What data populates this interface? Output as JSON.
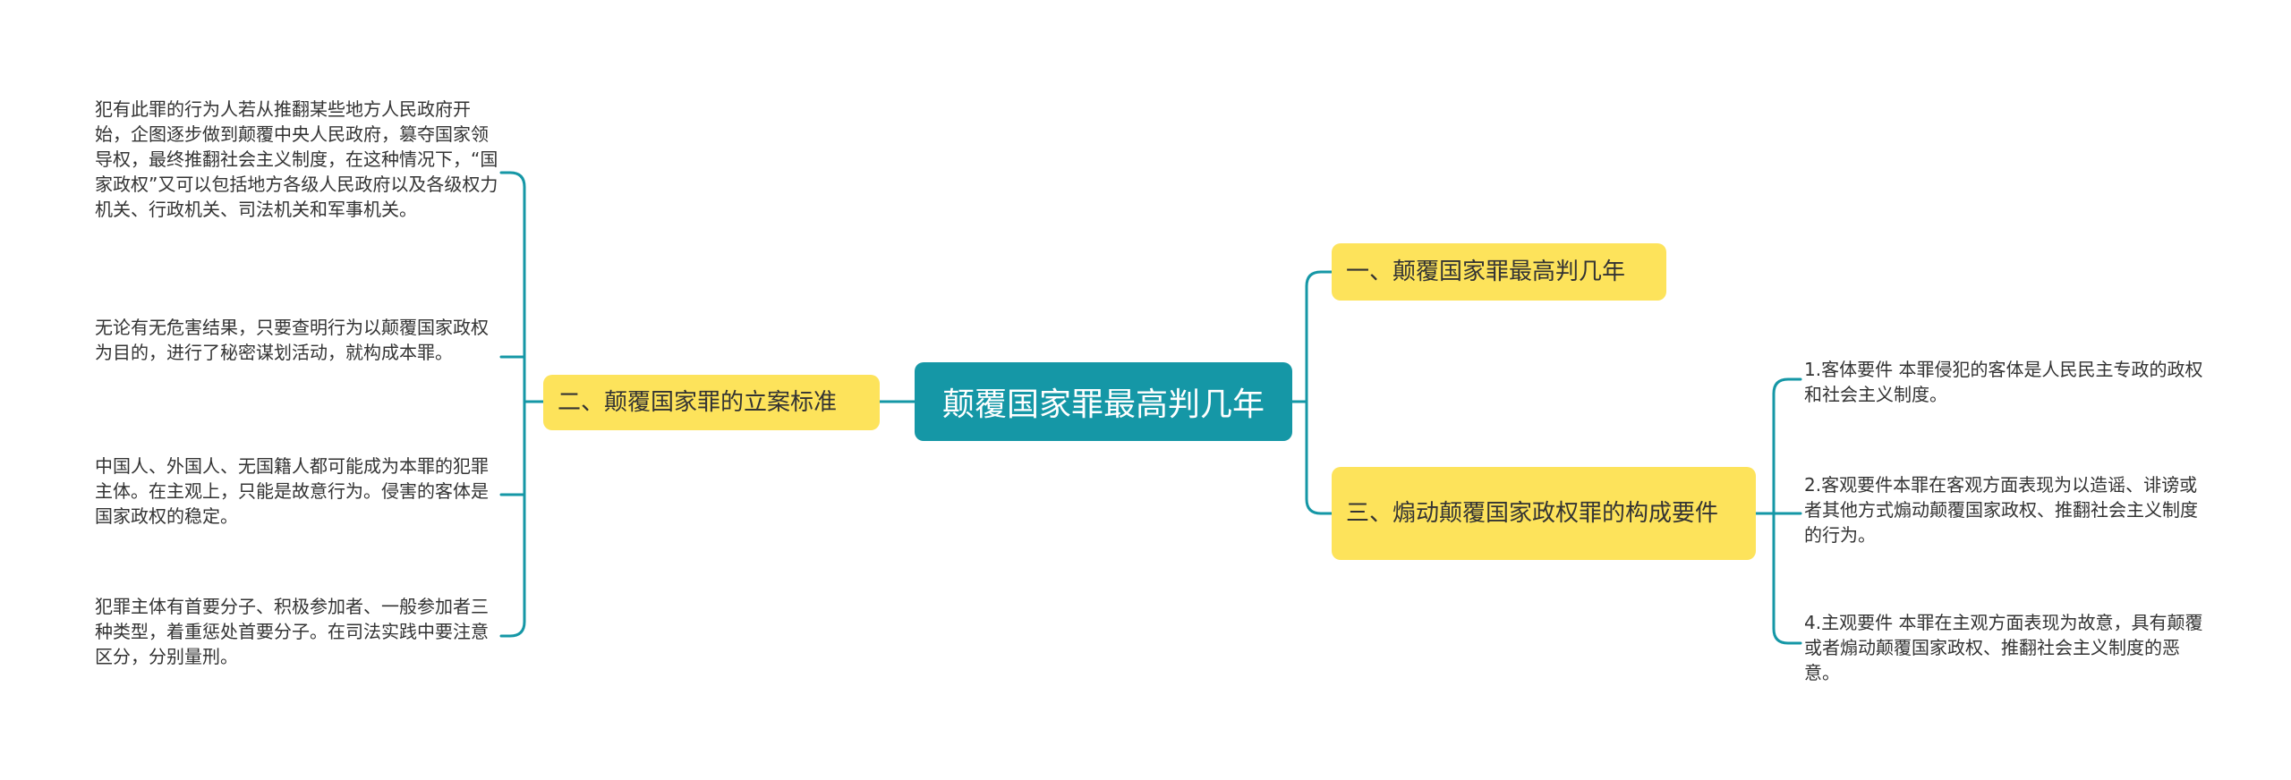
{
  "colors": {
    "root_bg": "#1597a6",
    "branch_bg": "#fde35b",
    "connector": "#1597a6",
    "text": "#333333"
  },
  "root": {
    "label": "颠覆国家罪最高判几年"
  },
  "left_branch": {
    "label": "二、颠覆国家罪的立案标准",
    "leaves": [
      "犯有此罪的行为人若从推翻某些地方人民政府开始，企图逐步做到颠覆中央人民政府，篡夺国家领导权，最终推翻社会主义制度，在这种情况下，“国家政权”又可以包括地方各级人民政府以及各级权力机关、行政机关、司法机关和军事机关。",
      "无论有无危害结果，只要查明行为以颠覆国家政权为目的，进行了秘密谋划活动，就构成本罪。",
      "中国人、外国人、无国籍人都可能成为本罪的犯罪主体。在主观上，只能是故意行为。侵害的客体是国家政权的稳定。",
      "犯罪主体有首要分子、积极参加者、一般参加者三种类型，着重惩处首要分子。在司法实践中要注意区分，分别量刑。"
    ]
  },
  "right_branches": [
    {
      "label": "一、颠覆国家罪最高判几年",
      "leaves": []
    },
    {
      "label": "三、煽动颠覆国家政权罪的构成要件",
      "leaves": [
        "1.客体要件 本罪侵犯的客体是人民民主专政的政权和社会主义制度。",
        "2.客观要件本罪在客观方面表现为以造谣、诽谤或者其他方式煽动颠覆国家政权、推翻社会主义制度的行为。",
        "4.主观要件 本罪在主观方面表现为故意，具有颠覆或者煽动颠覆国家政权、推翻社会主义制度的恶意。"
      ]
    }
  ]
}
